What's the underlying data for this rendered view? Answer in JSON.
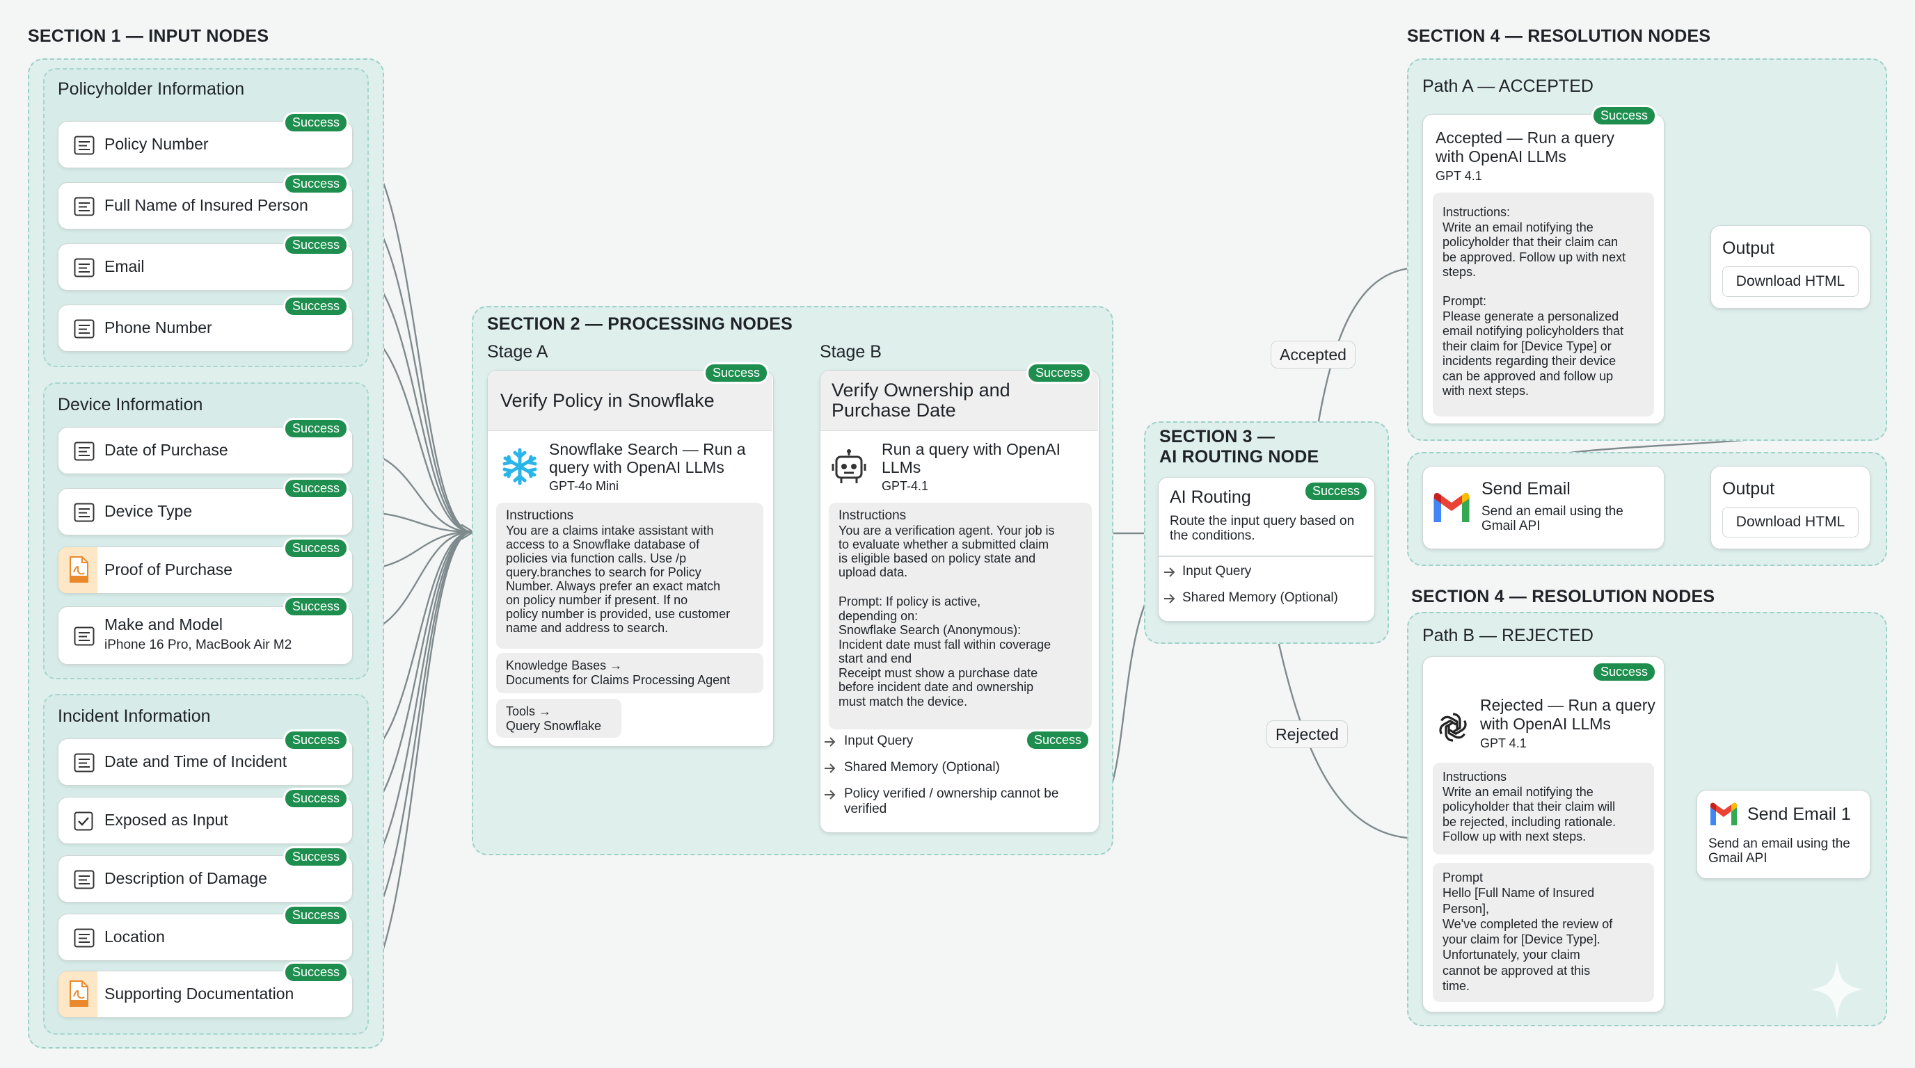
{
  "sections": {
    "s1": "SECTION 1 — INPUT NODES",
    "s2": "SECTION 2 — PROCESSING NODES",
    "s3": "SECTION 3 —\nAI ROUTING NODE",
    "s4a": "SECTION 4 — RESOLUTION NODES",
    "s4b": "SECTION 4 — RESOLUTION NODES"
  },
  "badge": "Success",
  "inputs": {
    "policyholder": {
      "title": "Policyholder Information",
      "items": [
        {
          "label": "Policy Number",
          "icon": "text-field-icon"
        },
        {
          "label": "Full Name of Insured Person",
          "icon": "text-field-icon"
        },
        {
          "label": "Email",
          "icon": "text-field-icon"
        },
        {
          "label": "Phone Number",
          "icon": "text-field-icon"
        }
      ]
    },
    "device": {
      "title": "Device Information",
      "items": [
        {
          "label": "Date of Purchase",
          "icon": "text-field-icon"
        },
        {
          "label": "Device Type",
          "icon": "text-field-icon"
        },
        {
          "label": "Proof of Purchase",
          "icon": "pdf-file-icon"
        },
        {
          "label": "Make and Model",
          "sub": "iPhone 16 Pro, MacBook Air M2",
          "icon": "text-field-icon"
        }
      ]
    },
    "incident": {
      "title": "Incident Information",
      "items": [
        {
          "label": "Date and Time of Incident",
          "icon": "text-field-icon"
        },
        {
          "label": "Exposed as Input",
          "icon": "checkbox-icon"
        },
        {
          "label": "Description of Damage",
          "icon": "text-field-icon"
        },
        {
          "label": "Location",
          "icon": "text-field-icon"
        },
        {
          "label": "Supporting Documentation",
          "icon": "pdf-file-icon"
        }
      ]
    }
  },
  "stageA": {
    "stage": "Stage A",
    "header": "Verify Policy in Snowflake",
    "tool_title": "Snowflake Search — Run a\nquery with OpenAI LLMs",
    "model": "GPT-4o Mini",
    "instructions_label": "Instructions",
    "instructions": "You are a claims intake assistant with\naccess to a Snowflake database of\npolicies via function calls. Use /p\nquery.branches to search for Policy\nNumber. Always prefer an exact match\non policy number if present. If no\npolicy number is provided, use customer\nname and address to search.",
    "kb": "Knowledge Bases →\nDocuments for Claims Processing Agent",
    "tools": "Tools →\nQuery Snowflake"
  },
  "stageB": {
    "stage": "Stage B",
    "header": "Verify Ownership and\nPurchase Date",
    "tool_title": "Run a query with OpenAI\nLLMs",
    "model": "GPT-4.1",
    "instructions_label": "Instructions",
    "instructions": "You are a verification agent. Your job is\nto evaluate whether a submitted claim\nis eligible based on policy state and\nupload data.",
    "prompt": "Prompt: If policy is active,\ndepending on:\nSnowflake Search (Anonymous):\nIncident date must fall within coverage\nstart and end\nReceipt must show a purchase date\nbefore incident date and ownership\nmust match the device.",
    "port1": "Input Query",
    "port2": "Shared Memory (Optional)",
    "port3": "Policy verified / ownership cannot be\nverified"
  },
  "routing": {
    "title": "AI Routing",
    "desc": "Route the input query based on\nthe conditions.",
    "port1": "Input Query",
    "port2": "Shared Memory (Optional)",
    "accepted": "Accepted",
    "rejected": "Rejected"
  },
  "pathA": {
    "title": "Path A — ACCEPTED",
    "card_title": "Accepted — Run a query\nwith OpenAI LLMs",
    "model": "GPT 4.1",
    "instructions": "Instructions:\nWrite an email notifying the\npolicyholder that their claim can\nbe approved. Follow up with next\nsteps.",
    "prompt": "Prompt:\nPlease generate a personalized\nemail notifying policyholders that\ntheir claim for [Device Type] or\nincidents regarding their device\ncan be approved and follow up\nwith next steps.",
    "output1_title": "Output",
    "output1_button": "Download HTML",
    "email_title": "Send Email",
    "email_desc": "Send an email using the\nGmail API",
    "output2_title": "Output",
    "output2_button": "Download HTML"
  },
  "pathB": {
    "title": "Path B — REJECTED",
    "card_title": "Rejected — Run a query\nwith OpenAI LLMs",
    "model": "GPT 4.1",
    "instructions": "Instructions\nWrite an email notifying the\npolicyholder that their claim will\nbe rejected, including rationale.\nFollow up with next steps.",
    "prompt": "Prompt\nHello [Full Name of Insured\nPerson],\nWe've completed the review of\nyour claim for [Device Type].\nUnfortunately, your claim\ncannot be approved at this\ntime.",
    "email_title": "Send Email 1",
    "email_desc": "Send an email using the\nGmail API"
  },
  "colors": {
    "success": "#1e8e4e",
    "section_bg": "#deefec",
    "wire": "#7f8a8d"
  }
}
